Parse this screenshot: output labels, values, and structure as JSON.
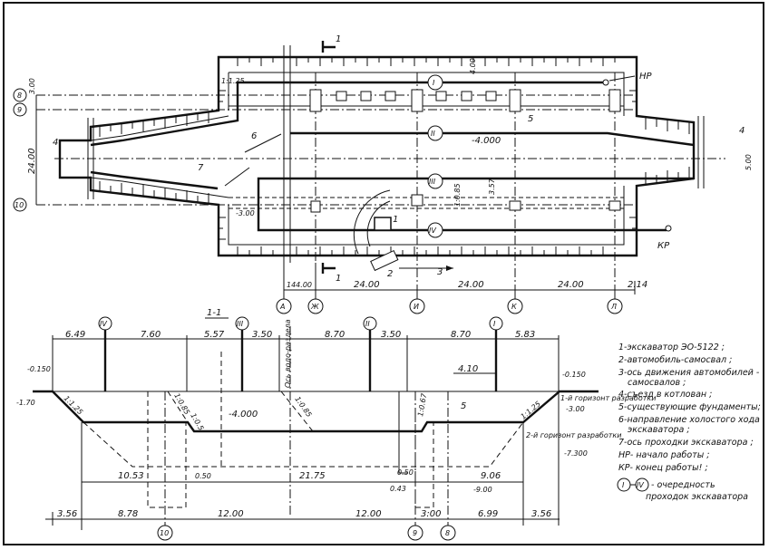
{
  "plan": {
    "section_mark": "1",
    "axes_rows": [
      "8",
      "9",
      "10"
    ],
    "axes_cols": [
      "А",
      "Ж",
      "И",
      "К",
      "Л"
    ],
    "dim_left_top": "3.00",
    "dim_left_total": "24.00",
    "dim_ramp_width": "5.00",
    "dims_bottom": [
      "144.00",
      "24.00",
      "24.00",
      "24.00",
      "2.14"
    ],
    "level_bottom": "-4.000",
    "level_small": "-3.00",
    "slope_top": "1:1.25",
    "slope_small": "1:0.85",
    "dim_top_small": "4.00",
    "dim_mid_small": "3.57",
    "passes": [
      "I",
      "II",
      "III",
      "IV"
    ],
    "callouts": [
      "1",
      "2",
      "3",
      "4",
      "4",
      "5",
      "6",
      "7"
    ],
    "start_label": "НР",
    "end_label": "КР"
  },
  "section": {
    "title": "1-1",
    "passes": [
      "IV",
      "III",
      "II",
      "I"
    ],
    "top_dims": [
      "6.49",
      "7.60",
      "5.57",
      "3.50",
      "8.70",
      "3.50",
      "8.70",
      "5.83"
    ],
    "watershed_axis": "Ось водо-раздела",
    "levels": [
      "-0.150",
      "-0.150",
      "-4.000",
      "-7.300",
      "-9.00"
    ],
    "ground_label": "-1.70",
    "slopes": [
      "1:1.25",
      "1:0.85",
      "1:0.5",
      "1:0.85",
      "1:0.67",
      "1:1.25"
    ],
    "dim_4_10": "4.10",
    "foundation_label": "5",
    "horizon_1": "1-й горизонт разработки",
    "horizon_1_depth": "-3.00",
    "horizon_2": "2-й горизонт разработки",
    "mid_dims": [
      "10.53",
      "0.50",
      "21.75",
      "0.50",
      "0.43",
      "9.06"
    ],
    "bottom_dims": [
      "3.56",
      "8.78",
      "12.00",
      "12.00",
      "3:00",
      "6.99",
      "3.56"
    ],
    "axes": [
      "10",
      "9",
      "8"
    ]
  },
  "legend": [
    "1-экскаватор ЭО-5122 ;",
    "2-автомобиль-самосвал ;",
    "3-ось движения автомобилей -",
    "самосвалов ;",
    "4-съезд в котлован ;",
    "5-существующие фундаменты;",
    "6-направление холостого хода",
    "экскаватора ;",
    "7-ось проходки экскаватора ;",
    "НР- начало работы ;",
    "КР- конец работы! ;",
    "- очередность",
    "проходок экскаватора"
  ],
  "legend_marks": [
    "I",
    "IV"
  ]
}
